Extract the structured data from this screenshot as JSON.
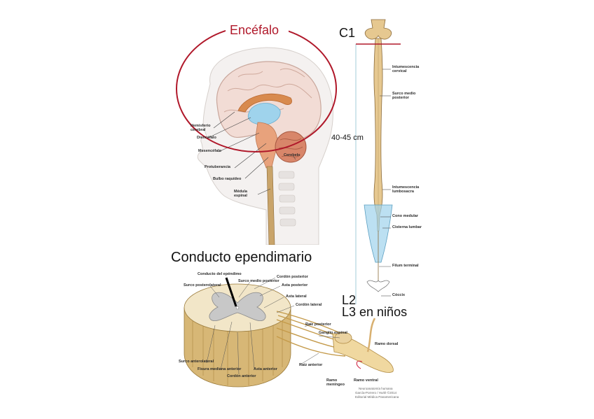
{
  "brain_panel": {
    "title": "Encéfalo",
    "labels": {
      "hemisferio": "Hemisferio cerebral",
      "diencefalo": "Diencéfalo",
      "mesencefalo": "Mesencéfalo",
      "protuberancia": "Protuberancia",
      "bulbo": "Bulbo raquídeo",
      "medula": "Médula espinal",
      "cerebelo": "Cerebelo"
    }
  },
  "spine_panel": {
    "top_label": "C1",
    "length_label": "40-45 cm",
    "bottom_label_1": "L2",
    "bottom_label_2": "L3 en niños",
    "labels": {
      "intumescencia_cervical": "Intumescencia cervical",
      "surco_medio_posterior": "Surco medio posterior",
      "intumescencia_lumbosacra": "Intumescencia lumbosacra",
      "cono_medular": "Cono medular",
      "cisterna_lumbar": "Cisterna lumbar",
      "filum_terminal": "Filum terminal",
      "coccix": "Cóccix"
    }
  },
  "section_panel": {
    "title": "Conducto ependimario",
    "labels": {
      "conducto_epéndimo": "Conducto del epéndimo",
      "surco_medio_posterior": "Surco medio posterior",
      "cordon_posterior": "Cordón posterior",
      "asta_posterior": "Asta posterior",
      "surco_posterolateral": "Surco posterolateral",
      "asta_lateral": "Asta lateral",
      "cordon_lateral": "Cordón lateral",
      "raiz_posterior": "Raíz posterior",
      "ganglio_espinal": "Ganglio espinal",
      "ramo_dorsal": "Ramo dorsal",
      "surco_anterolateral": "Surco anterolateral",
      "fisura_mediana": "Fisura mediana anterior",
      "asta_anterior": "Asta anterior",
      "cordon_anterior": "Cordón anterior",
      "raiz_anterior": "Raíz anterior",
      "ramo_meningeo": "Ramo meníngeo",
      "ramo_ventral": "Ramo ventral",
      "credit_1": "Neuroanatomía humana",
      "credit_2": "García-Porrero / Hurlé ©2014",
      "credit_3": "Editorial Médica Panamericana"
    }
  },
  "colors": {
    "accent_red": "#b0182a",
    "cord_tan": "#e6c890",
    "csf_blue": "#9fd3ec",
    "white_matter": "#f2e6c8",
    "grey_matter": "#c8c8c8",
    "guide_line": "#8cbfd0"
  }
}
